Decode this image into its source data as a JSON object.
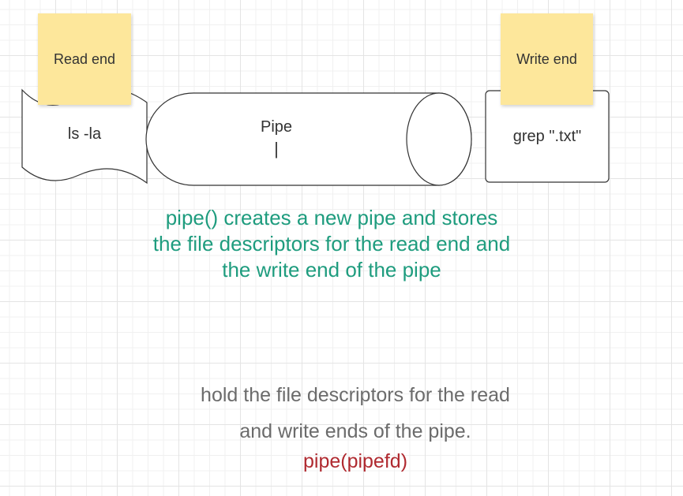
{
  "diagram": {
    "read_sticky_label": "Read end",
    "write_sticky_label": "Write end",
    "read_process_label": "ls -la",
    "pipe_label": "Pipe",
    "pipe_cursor": "|",
    "write_process_label": "grep \".txt\"",
    "description": "pipe() creates a new pipe and stores the file descriptors for the read end and the write end of the pipe",
    "note_line1": "hold the file descriptors for the read",
    "note_line2": "and write ends of the pipe.",
    "code_text": "pipe(pipefd)",
    "colors": {
      "sticky_fill": "#fde79b",
      "description_text": "#1e9c7e",
      "note_text": "#6b6b6b",
      "code_text": "#b02a30",
      "shape_stroke": "#333333"
    }
  }
}
